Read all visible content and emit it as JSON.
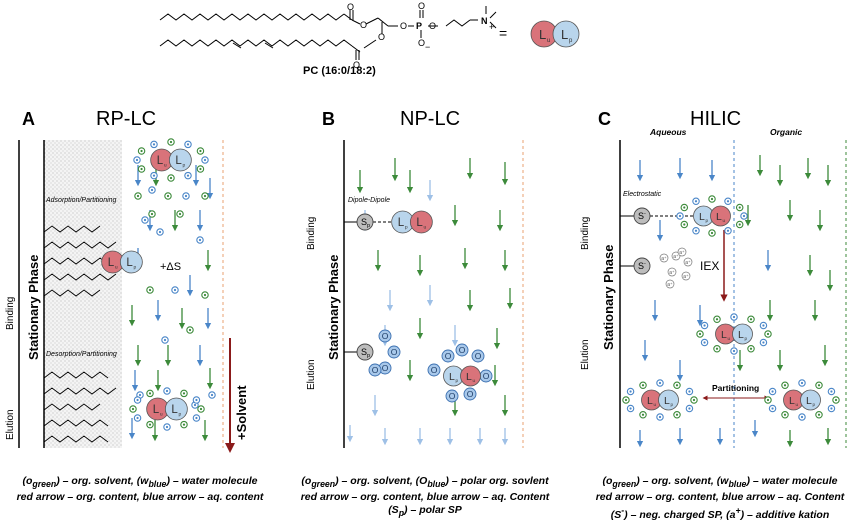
{
  "header": {
    "structure_label": "PC (16:0/18:2)",
    "equals": "=",
    "L_sub_red": "u",
    "L_sub_blue": "p",
    "N_plus": "+",
    "P_charge": "−"
  },
  "panels": [
    {
      "letter": "A",
      "title": "RP-LC",
      "sp_label": "Stationary Phase",
      "binding": "Binding",
      "elution": "Elution",
      "annotations": [
        "Adsorption/Partitioning",
        "Desorption/Partitioning"
      ],
      "delta_s": "+ΔS",
      "solvent": "+Solvent"
    },
    {
      "letter": "B",
      "title": "NP-LC",
      "sp_label": "Stationary Phase",
      "binding": "Binding",
      "elution": "Elution",
      "annotations": [
        "Dipole-Dipole"
      ]
    },
    {
      "letter": "C",
      "title": "HILIC",
      "sp_label": "Stationary Phase",
      "binding": "Binding",
      "elution": "Elution",
      "aqueous": "Aqueous",
      "organic": "Organic",
      "annotations": [
        "Electrostatic"
      ],
      "iex": "IEX",
      "partitioning": "Partitioning"
    }
  ],
  "captions": {
    "A": [
      "(o<sub>green</sub>) – org. solvent, (w<sub>blue</sub>) – water molecule",
      "red arrow – org. content, blue arrow – aq. content"
    ],
    "B": [
      "(o<sub>green</sub>) – org. solvent, (O<sub>blue</sub>) – polar org. sovlent",
      "red arrow – org. content, blue arrow – aq. Content",
      "(S<sub>p</sub>) – polar SP"
    ],
    "C": [
      "(o<sub>green</sub>) – org. solvent, (w<sub>blue</sub>) – water molecule",
      "red arrow – org. content, blue arrow – aq. Content",
      "(S<sup>-</sup>) – neg. charged SP, (a<sup>+</sup>) – additive kation"
    ]
  },
  "colors": {
    "red_lipid": "#d9737a",
    "blue_lipid": "#b9d5ec",
    "green_arrow": "#3c8a3a",
    "blue_arrow": "#4a86c8",
    "light_blue_arrow": "#9ec0e6",
    "dark_red": "#8b1a1a",
    "orange_dash": "#e8a070",
    "gray_sp": "#bdbdbd"
  }
}
